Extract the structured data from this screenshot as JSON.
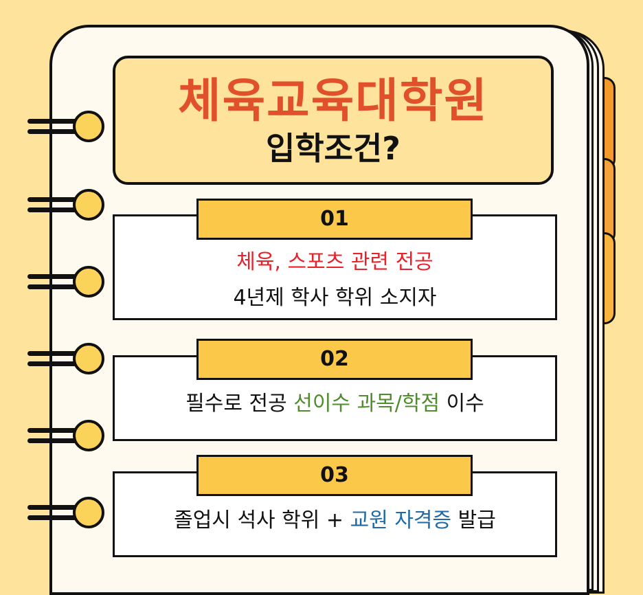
{
  "header": {
    "title": "체육교육대학원",
    "subtitle": "입학조건?"
  },
  "items": [
    {
      "number": "01",
      "line1": "체육, 스포츠 관련 전공",
      "line2": "4년제 학사 학위 소지자"
    },
    {
      "number": "02",
      "pre": "필수로 전공 ",
      "highlight": "선이수 과목/학점",
      "post": " 이수"
    },
    {
      "number": "03",
      "pre": "졸업시 석사 학위 + ",
      "highlight": "교원 자격증",
      "post": " 발급"
    }
  ],
  "colors": {
    "background": "#fde39b",
    "title": "#e0502b",
    "red_highlight": "#e8222a",
    "green_highlight": "#4f8c2c",
    "blue_highlight": "#1f6aa6",
    "number_tab": "#fbc84a"
  },
  "icons": [
    "spiral-ring-icon"
  ]
}
